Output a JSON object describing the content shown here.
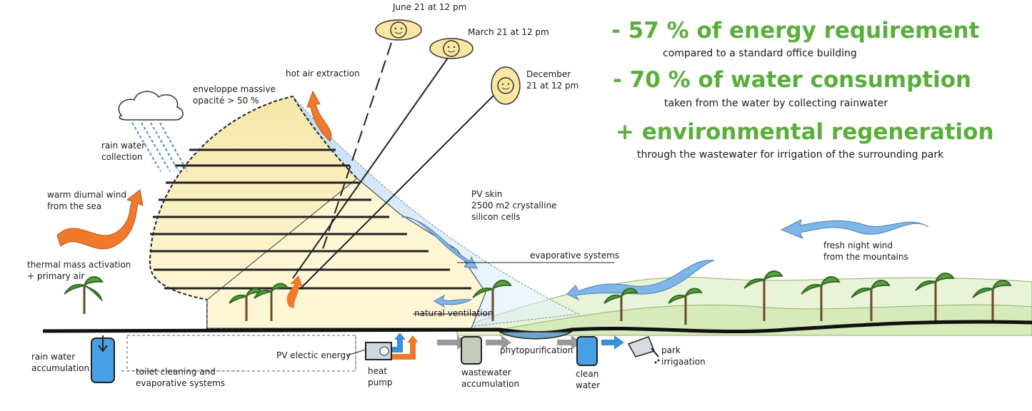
{
  "sun_positions": [
    {
      "label": "June 21 at 12 pm"
    },
    {
      "label": "March 21 at 12 pm"
    },
    {
      "label_line1": "December",
      "label_line2": "21 at 12 pm"
    }
  ],
  "headlines": [
    {
      "title": "- 57 % of energy requirement",
      "subtitle": "compared to a standard office building"
    },
    {
      "title": "- 70 % of water consumption",
      "subtitle": "taken from the water by collecting rainwater"
    },
    {
      "title": "+ environmental regeneration",
      "subtitle": "through the wastewater for irrigation of the surrounding park"
    }
  ],
  "labels": {
    "hot_air_extraction": "hot air extraction",
    "envelope_line1": "enveloppe massive",
    "envelope_line2": "opacité > 50 %",
    "rain_collection_line1": "rain water",
    "rain_collection_line2": "collection",
    "warm_wind_line1": "warm diurnal wind",
    "warm_wind_line2": "from the sea",
    "thermal_mass_line1": "thermal mass activation",
    "thermal_mass_line2": "+ primary air",
    "pv_skin_line1": "PV skin",
    "pv_skin_line2": "2500 m2 crystalline",
    "pv_skin_line3": "silicon cells",
    "evaporative_systems": "evaporative systems",
    "fresh_wind_line1": "fresh night wind",
    "fresh_wind_line2": "from the mountains",
    "natural_ventilation": "natural ventilation",
    "rain_accumulation_line1": "rain water",
    "rain_accumulation_line2": "accumulation",
    "toilet_line1": "toilet cleaning and",
    "toilet_line2": "evaporative systems",
    "pv_energy": "PV electic energy",
    "heat_pump_line1": "heat",
    "heat_pump_line2": "pump",
    "wastewater_line1": "wastewater",
    "wastewater_line2": "accumulation",
    "phytopurification": "phytopurification",
    "clean_water_line1": "clean",
    "clean_water_line2": "water",
    "park_line1": "park",
    "park_line2": "irrigaation"
  },
  "colors": {
    "headline_green": "#5aae3c",
    "warm_arrow": "#f07a2a",
    "cool_arrow": "#7fb6e8",
    "building_fill": "#fbf0c6",
    "hill_green": "#e3efcf",
    "ground": "#111111"
  }
}
